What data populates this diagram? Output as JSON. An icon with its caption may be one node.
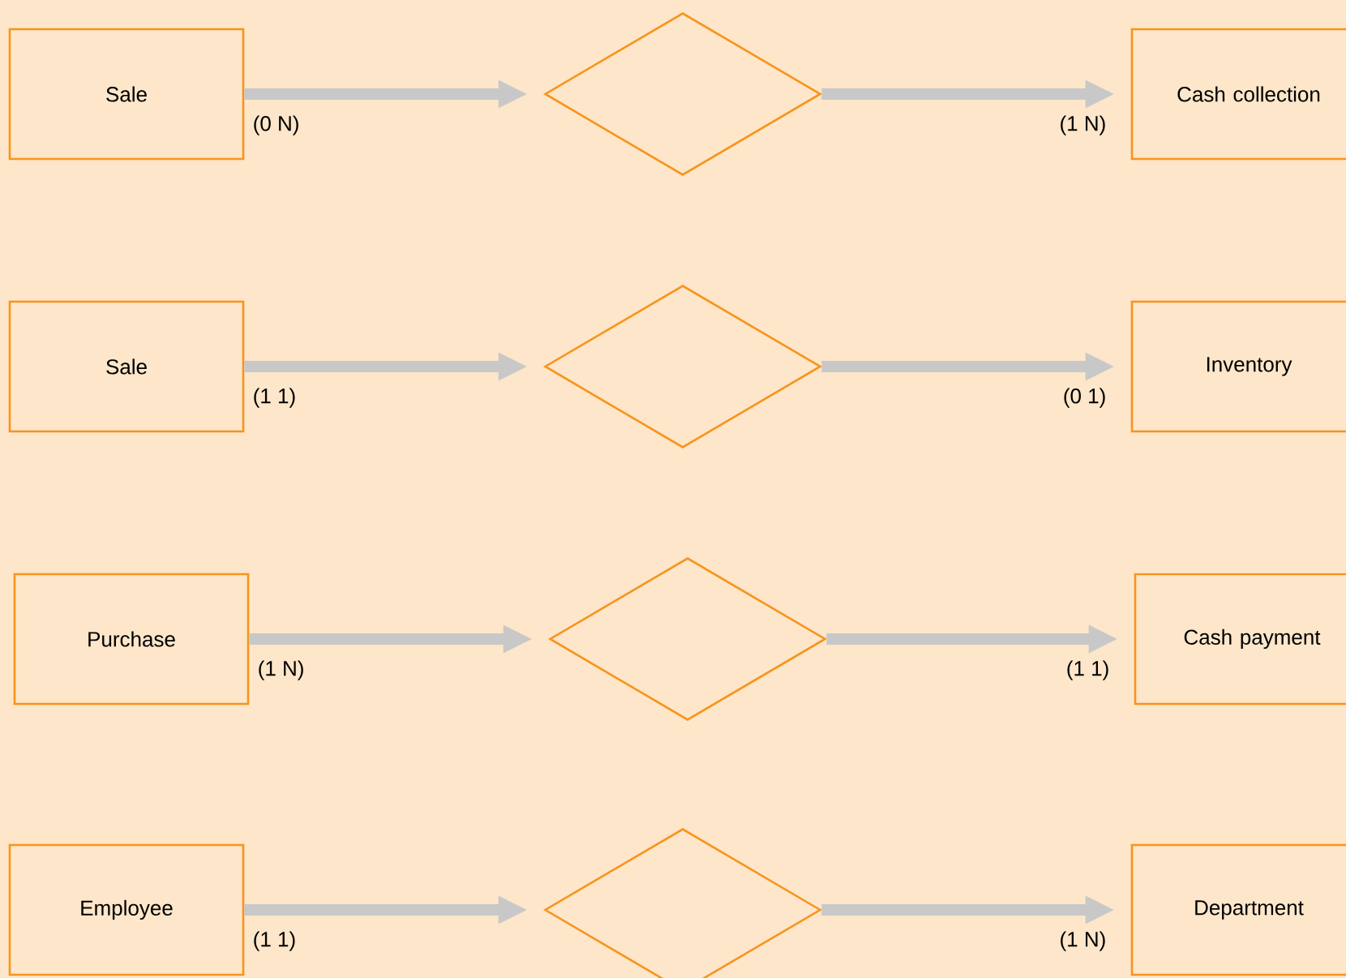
{
  "diagram": {
    "nodes": [
      {
        "text": [
          "Sale"
        ]
      },
      {
        "text": [],
        "shape": "diamond"
      },
      {
        "text": [
          "Cash collection"
        ]
      },
      {
        "text": [
          "Sale"
        ]
      },
      {
        "text": [],
        "shape": "diamond"
      },
      {
        "text": [
          "Inventory"
        ]
      },
      {
        "text": [
          "Purchase"
        ]
      },
      {
        "text": [],
        "shape": "diamond"
      },
      {
        "text": [
          "Cash payment"
        ]
      },
      {
        "text": [
          "Employee"
        ]
      },
      {
        "text": [],
        "shape": "diamond"
      },
      {
        "text": [
          "Department"
        ]
      }
    ],
    "edges": [
      {
        "from": 0,
        "to": 1,
        "arrow": "to",
        "label": "(0 N)"
      },
      {
        "from": 1,
        "to": 2,
        "arrow": "to",
        "label": "(1 N)"
      },
      {
        "from": 3,
        "to": 4,
        "arrow": "to",
        "label": "(1 1)"
      },
      {
        "from": 4,
        "to": 5,
        "arrow": "to",
        "label": "(0 1)"
      },
      {
        "from": 6,
        "to": 7,
        "arrow": "to",
        "label": "(1 N)"
      },
      {
        "from": 7,
        "to": 8,
        "arrow": "to",
        "label": "(1 1)"
      },
      {
        "from": 9,
        "to": 10,
        "arrow": "to",
        "label": "(1 1)"
      },
      {
        "from": 10,
        "to": 11,
        "arrow": "to",
        "label": "(1 N)"
      }
    ]
  }
}
